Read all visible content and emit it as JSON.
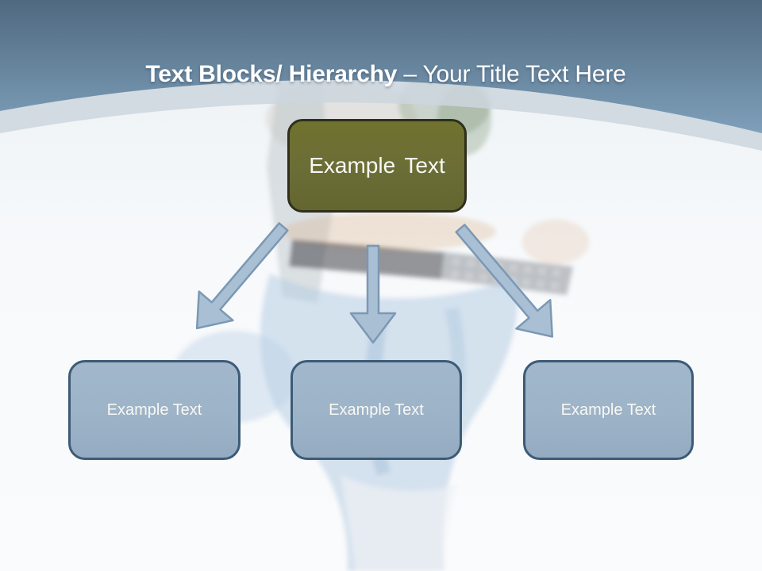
{
  "header": {
    "title_bold": "Text Blocks/ Hierarchy",
    "title_regular": " – Your Title Text Here"
  },
  "diagram": {
    "root": {
      "label": "Example Text"
    },
    "children": [
      {
        "label": "Example Text"
      },
      {
        "label": "Example Text"
      },
      {
        "label": "Example Text"
      }
    ]
  },
  "colors": {
    "header_gradient_top": "#4F6980",
    "header_gradient_bottom": "#7FA0BB",
    "curve_band": "#CCD6DE",
    "body_background": "#F6F8FA",
    "root_box_fill": "#6B6D37",
    "root_box_border": "#2F2F1B",
    "child_box_fill": "#9DB3C8",
    "child_box_border": "#3D5B76",
    "arrow_fill": "#A9BFD3",
    "arrow_border": "#7B98B4",
    "title_text": "#FFFFFF"
  }
}
